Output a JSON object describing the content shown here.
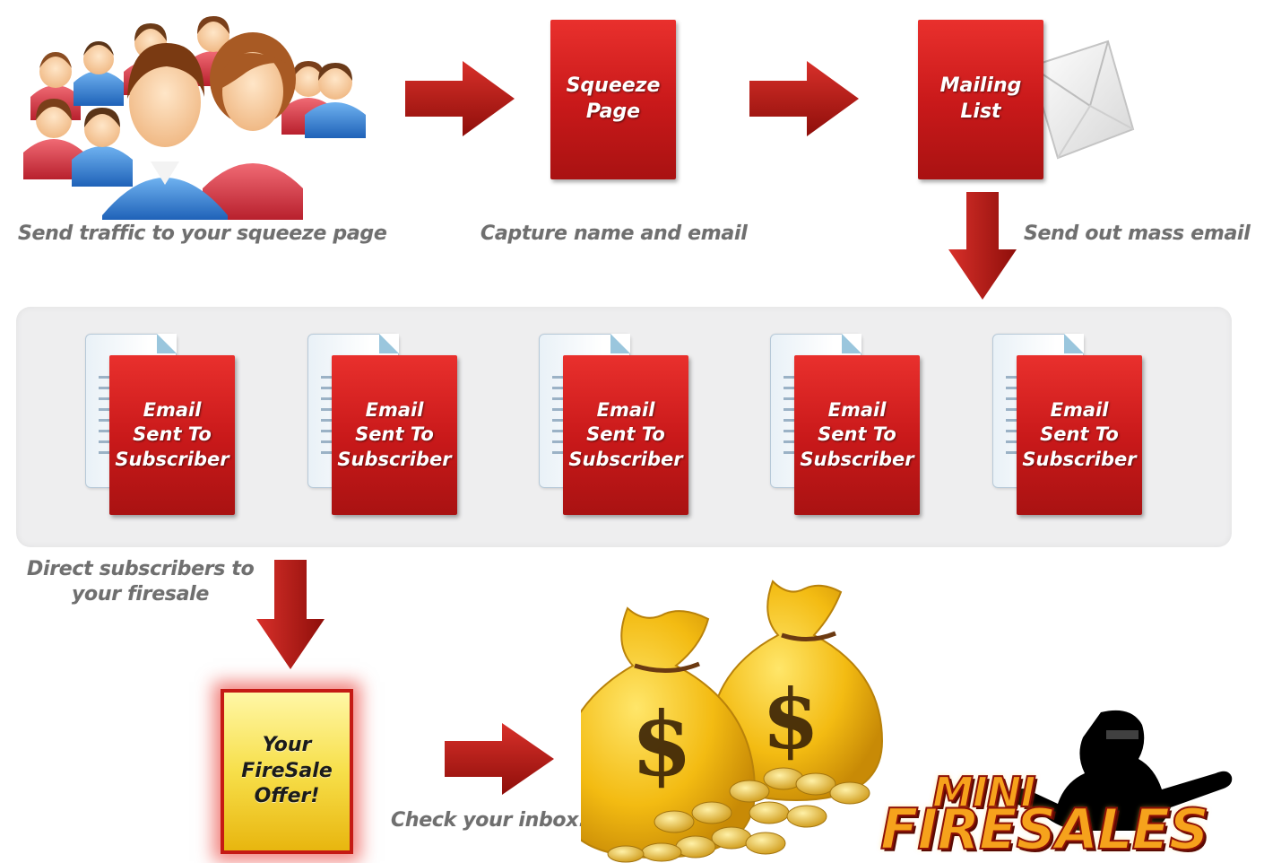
{
  "steps": {
    "squeeze_box": [
      "Squeeze",
      "Page"
    ],
    "mailing_box": [
      "Mailing",
      "List"
    ],
    "email_box": [
      "Email",
      "Sent To",
      "Subscriber"
    ],
    "offer_box": [
      "Your",
      "FireSale",
      "Offer!"
    ]
  },
  "captions": {
    "traffic": "Send traffic to your squeeze page",
    "capture": "Capture name and email",
    "mass_email": "Send out mass email",
    "direct_line1": "Direct subscribers to",
    "direct_line2": "your firesale",
    "inbox": "Check your inbox!"
  },
  "logo": {
    "line1": "MINI",
    "line2": "FIRESALES"
  },
  "colors": {
    "step_red": "#c9191a",
    "arrow_red": "#a41410",
    "caption_gray": "#6f6f6f",
    "offer_gold": "#f7df4a",
    "logo_orange": "#f6a21c"
  }
}
